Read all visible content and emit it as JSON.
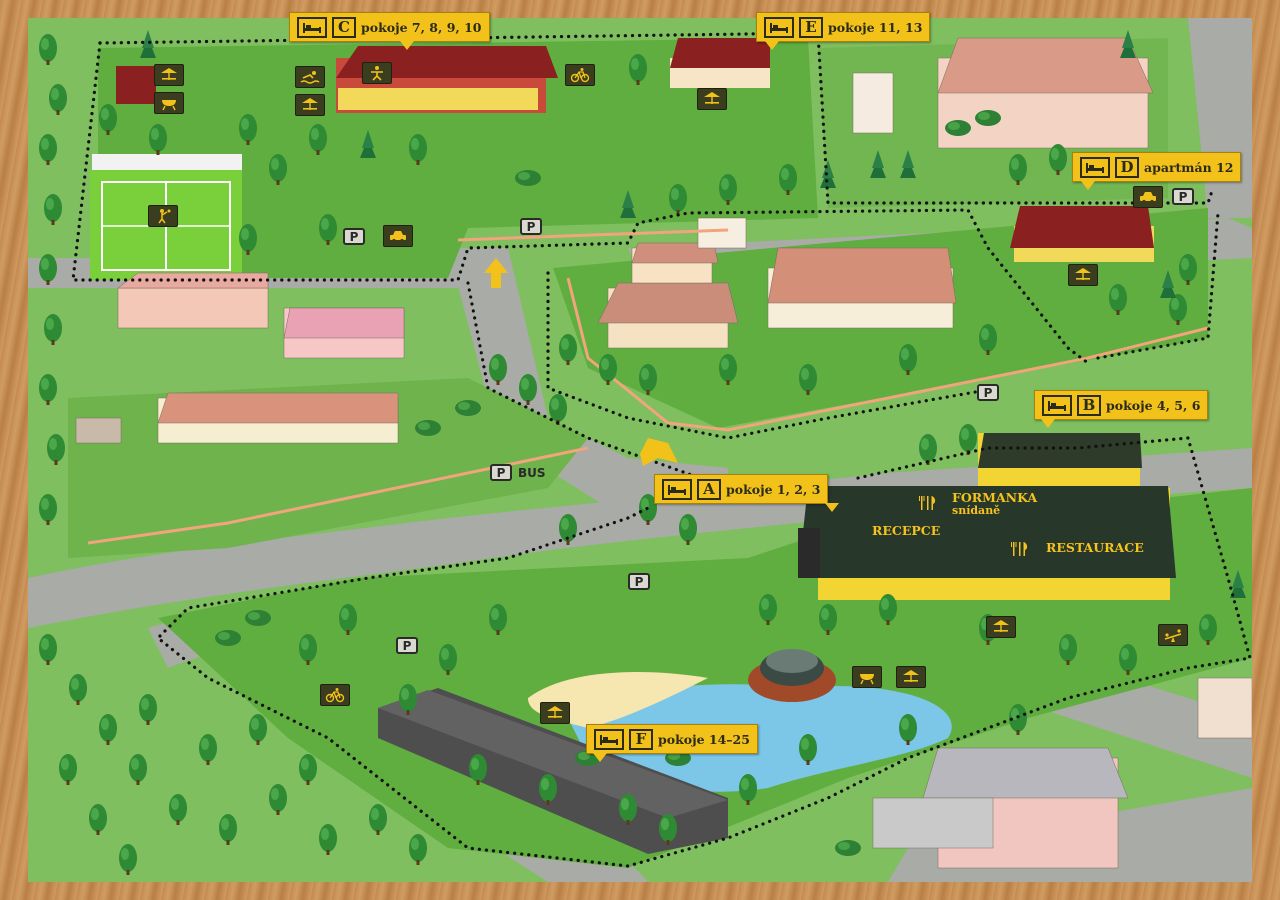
{
  "colors": {
    "grass": "#5fae3f",
    "grass_light": "#8cc46a",
    "road": "#a8aaa6",
    "wood_frame": "#c8955a",
    "callout": "#f2c21a",
    "building_dark": "#2e3b2a",
    "building_yellow": "#f2d432"
  },
  "callouts": {
    "c": {
      "letter": "C",
      "text": "pokoje 7, 8, 9, 10"
    },
    "e": {
      "letter": "E",
      "text": "pokoje 11, 13"
    },
    "d": {
      "letter": "D",
      "text": "apartmán 12"
    },
    "b": {
      "letter": "B",
      "text": "pokoje 4, 5, 6"
    },
    "a": {
      "letter": "A",
      "text": "pokoje 1, 2, 3"
    },
    "f": {
      "letter": "F",
      "text": "pokoje 14–25"
    }
  },
  "labels": {
    "formanka": "FORMANKA",
    "snidane": "snídaně",
    "recepce": "RECEPCE",
    "restaurace": "RESTAURACE",
    "bus": "BUS",
    "parking": "P"
  },
  "icons": {
    "bed": "bed-icon",
    "parking": "parking-sign-icon",
    "terrace": "table-umbrella-icon",
    "grill": "grill-icon",
    "swimming": "swimming-icon",
    "cycling": "cycling-icon",
    "tennis": "tennis-icon",
    "car": "car-icon",
    "playground": "playground-icon",
    "dining": "fork-knife-icon"
  }
}
